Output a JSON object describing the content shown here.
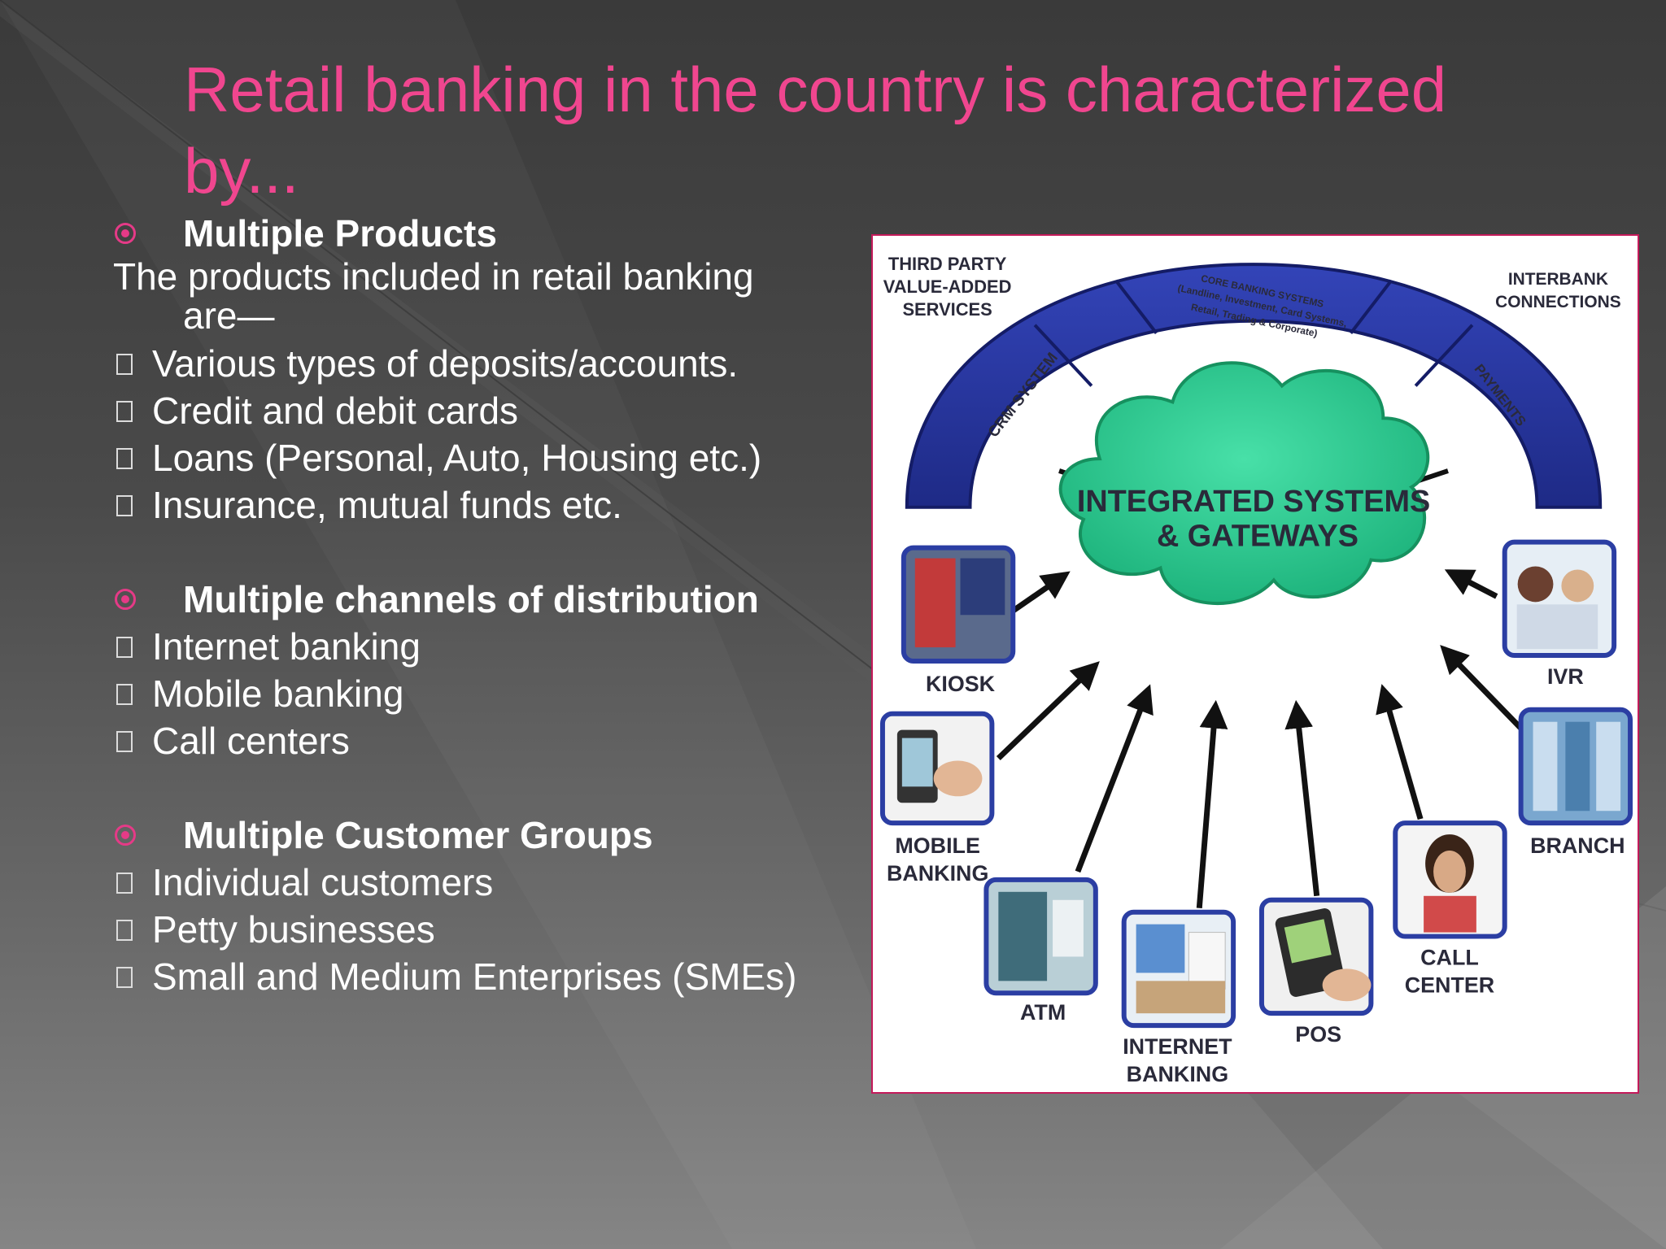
{
  "slide": {
    "title": "Retail banking in the country is characterized by...",
    "sections": [
      {
        "heading": "Multiple Products",
        "intro_line1": "The products included in retail banking",
        "intro_line2": "are—",
        "items": [
          "Various types of deposits/accounts.",
          "Credit and debit cards",
          "Loans (Personal, Auto, Housing etc.)",
          "Insurance, mutual funds etc."
        ]
      },
      {
        "heading": "Multiple channels of distribution",
        "items": [
          "Internet banking",
          "Mobile banking",
          "Call centers"
        ]
      },
      {
        "heading": "Multiple Customer Groups",
        "items": [
          "Individual customers",
          "Petty businesses",
          "Small and Medium Enterprises (SMEs)"
        ]
      }
    ]
  },
  "diagram": {
    "third_party_1": "THIRD PARTY",
    "third_party_2": "VALUE-ADDED",
    "third_party_3": "SERVICES",
    "interbank_1": "INTERBANK",
    "interbank_2": "CONNECTIONS",
    "crm": "CRM SYSTEM",
    "core_1": "CORE BANKING SYSTEMS",
    "core_2": "(Landline, Investment, Card Systems,",
    "core_3": "Retail, Trading & Corporate)",
    "payments": "PAYMENTS",
    "center_1": "INTEGRATED SYSTEMS",
    "center_2": "& GATEWAYS",
    "kiosk": "KIOSK",
    "ivr": "IVR",
    "mobile_1": "MOBILE",
    "mobile_2": "BANKING",
    "branch": "BRANCH",
    "atm": "ATM",
    "internet_1": "INTERNET",
    "internet_2": "BANKING",
    "pos": "POS",
    "call_1": "CALL",
    "call_2": "CENTER"
  },
  "colors": {
    "title": "#f0468f",
    "bullet": "#e53a87",
    "arc": "#2f3fa8",
    "cloud": "#2fcf96",
    "frame": "#c41a5a"
  }
}
